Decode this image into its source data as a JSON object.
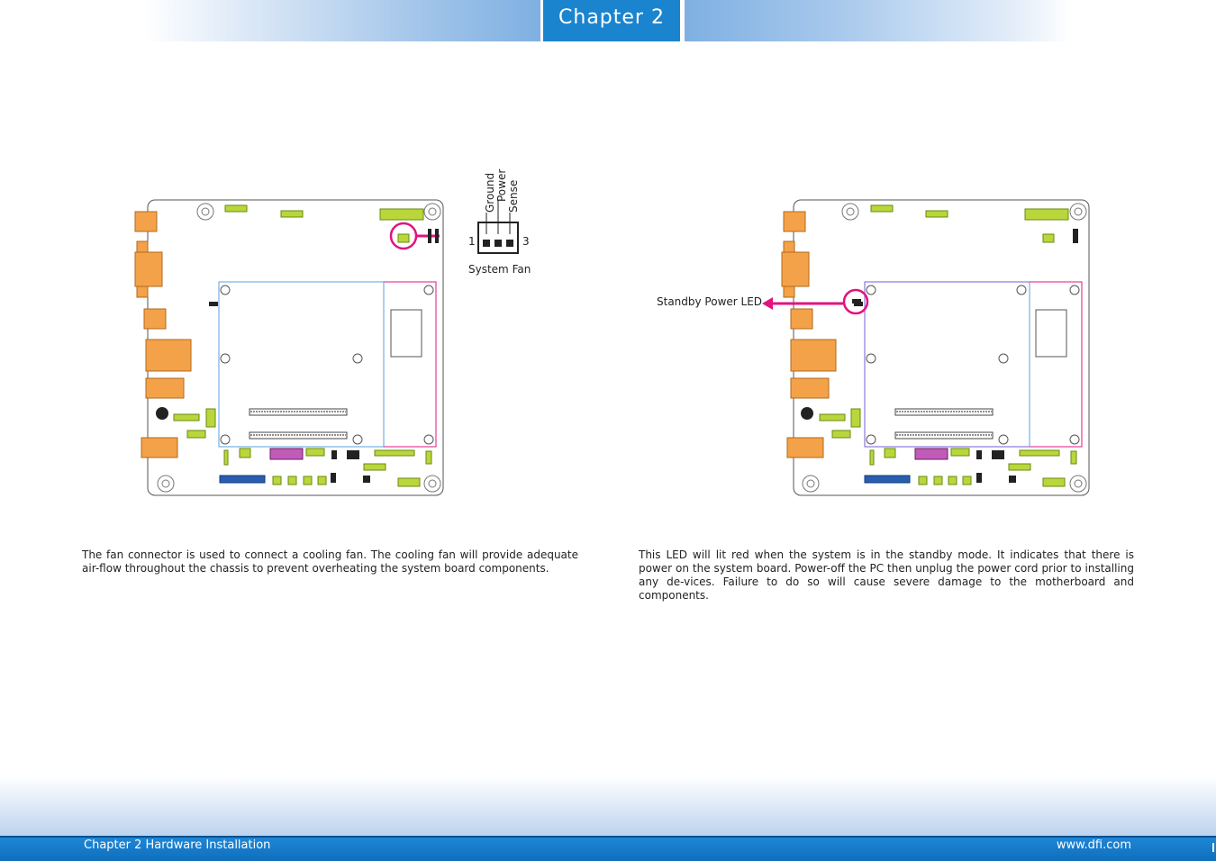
{
  "header": {
    "chapter_tab": "Chapter 2"
  },
  "fan_figure": {
    "pin_labels": [
      "Ground",
      "Power",
      "Sense"
    ],
    "pin_first": "1",
    "pin_last": "3",
    "connector_caption": "System Fan"
  },
  "led_figure": {
    "callout": "Standby Power LED"
  },
  "fan_text": "The fan connector is used to connect a cooling fan. The cooling fan will provide adequate air-flow throughout the chassis to prevent overheating the system board components.",
  "led_text": "This LED will lit red when the system is in the standby mode. It indicates that there is power on the system board. Power-off the PC then unplug the power cord prior to installing any de-vices. Failure to do so will cause severe damage to the motherboard and components.",
  "footer": {
    "left": "Chapter 2 Hardware Installation",
    "right": "www.dfi.com"
  },
  "colors": {
    "accent_blue": "#1b84cf",
    "callout_magenta": "#e0147f",
    "connector_orange": "#f4a24a",
    "header_green": "#b9d63b"
  }
}
